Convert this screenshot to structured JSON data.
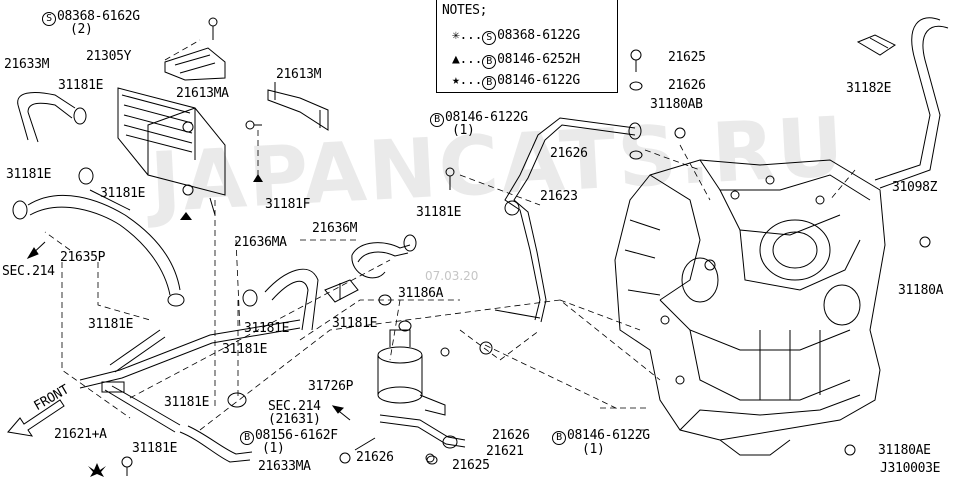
{
  "watermark": "JAPANCATS.RU",
  "date_stamp": "07.03.20",
  "diagram_code": "J310003E",
  "notes": {
    "title": "NOTES;",
    "items": [
      {
        "symbol": "✳",
        "code": "S",
        "part": "08368-6122G"
      },
      {
        "symbol": "▲",
        "code": "B",
        "part": "08146-6252H"
      },
      {
        "symbol": "★",
        "code": "B",
        "part": "08146-6122G"
      }
    ]
  },
  "labels": {
    "s08368_6162g": "08368-6162G",
    "s08368_qty": "(2)",
    "p21633m": "21633M",
    "p21305y": "21305Y",
    "p31181e_a": "31181E",
    "p21613ma": "21613MA",
    "p21613m": "21613M",
    "p31181e_b": "31181E",
    "p31181e_c": "31181E",
    "p21635p": "21635P",
    "sec214_a": "SEC.214",
    "p31181f": "31181F",
    "p21636ma": "21636MA",
    "p21636m": "21636M",
    "p31181e_d": "31181E",
    "p31181e_e": "31181E",
    "p31181e_f": "31181E",
    "p31181e_g": "31181E",
    "p31186a": "31186A",
    "p31181e_h": "31181E",
    "p31726p": "31726P",
    "p31181e_i": "31181E",
    "sec214_b": "SEC.214",
    "sec214_b_sub": "(21631)",
    "front": "FRONT",
    "p21621a": "21621+A",
    "p31181e_j": "31181E",
    "b08156_6162f": "08156-6162F",
    "b08156_qty": "(1)",
    "p21633ma": "21633MA",
    "p21626_a": "21626",
    "p21625_a": "21625",
    "p21621": "21621",
    "p21626_b": "21626",
    "b08146_6122g_a": "08146-6122G",
    "b08146_qty_a": "(1)",
    "b08146_6122g_b": "08146-6122G",
    "b08146_qty_b": "(1)",
    "p21623": "21623",
    "p21626_c": "21626",
    "p21625_b": "21625",
    "p21626_d": "21626",
    "p31180ab": "31180AB",
    "p31182e": "31182E",
    "p31098z": "31098Z",
    "p31180a": "31180A",
    "p31180ae": "31180AE"
  }
}
